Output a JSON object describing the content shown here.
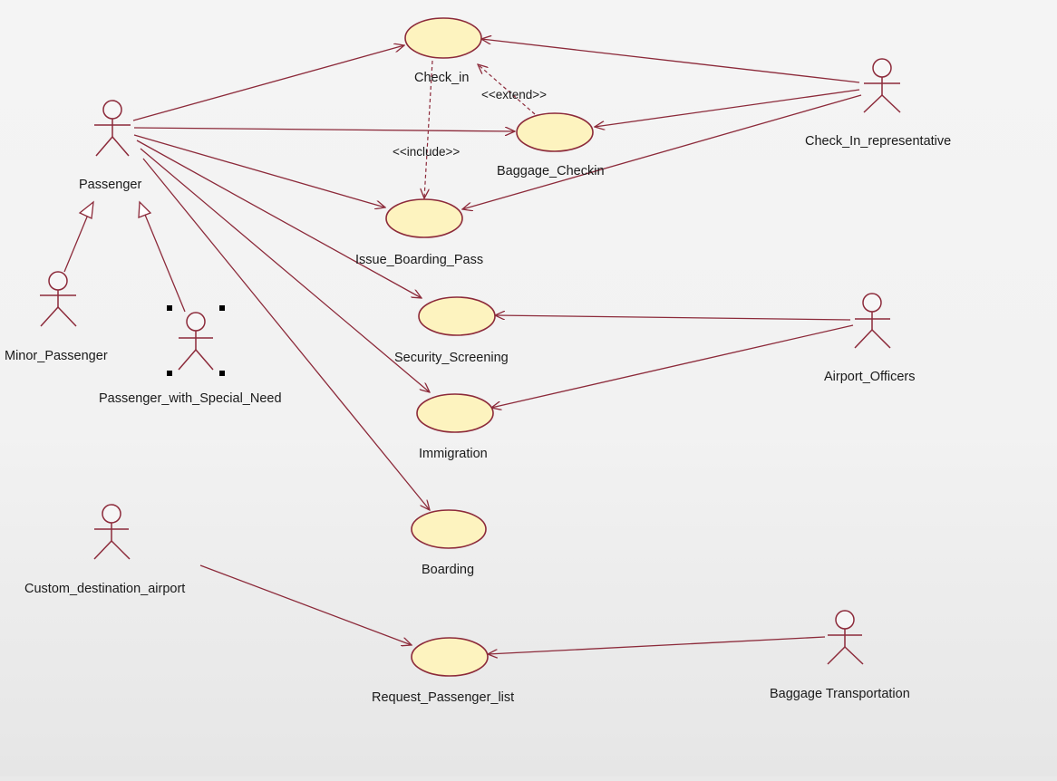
{
  "actors": {
    "passenger": "Passenger",
    "minor_passenger": "Minor_Passenger",
    "special_need": "Passenger_with_Special_Need",
    "check_in_rep": "Check_In_representative",
    "airport_officers": "Airport_Officers",
    "custom_airport": "Custom_destination_airport",
    "baggage_transport": "Baggage Transportation"
  },
  "use_cases": {
    "check_in": "Check_in",
    "baggage_checkin": "Baggage_Checkin",
    "issue_boarding_pass": "Issue_Boarding_Pass",
    "security_screening": "Security_Screening",
    "immigration": "Immigration",
    "boarding": "Boarding",
    "request_passenger_list": "Request_Passenger_list"
  },
  "relations": {
    "extend": "<<extend>>",
    "include": "<<include>>"
  },
  "colors": {
    "line": "#8c2a3a",
    "use_case_fill": "#fdf3bf"
  }
}
